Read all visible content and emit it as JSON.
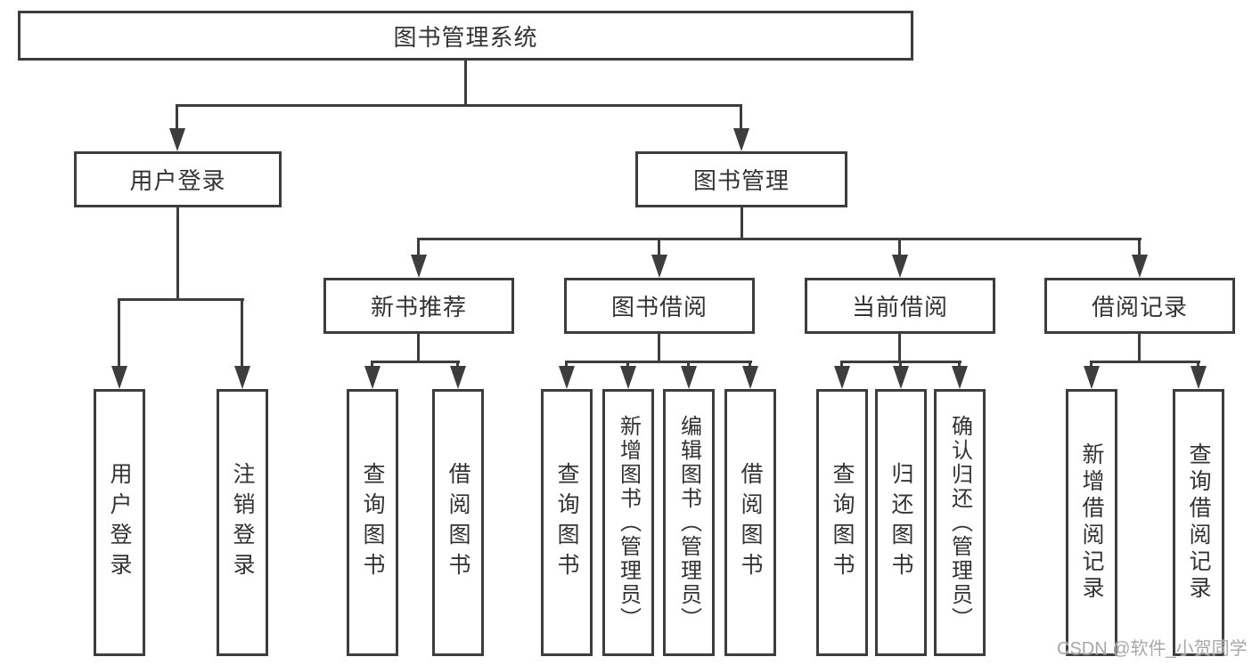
{
  "colors": {
    "line": "#3d3d3d",
    "text": "#333333",
    "background": "#ffffff",
    "watermark": "#a8a8a8"
  },
  "diagram": {
    "type": "tree-structure-chart",
    "root": {
      "label": "图书管理系统"
    },
    "branches": [
      {
        "label": "用户登录",
        "children": [
          {
            "label": "用户登录"
          },
          {
            "label": "注销登录"
          }
        ]
      },
      {
        "label": "图书管理",
        "children": [
          {
            "label": "新书推荐",
            "children": [
              {
                "label": "查询图书"
              },
              {
                "label": "借阅图书"
              }
            ]
          },
          {
            "label": "图书借阅",
            "children": [
              {
                "label": "查询图书"
              },
              {
                "label": "新增图书（管理员）"
              },
              {
                "label": "编辑图书（管理员）"
              },
              {
                "label": "借阅图书"
              }
            ]
          },
          {
            "label": "当前借阅",
            "children": [
              {
                "label": "查询图书"
              },
              {
                "label": "归还图书"
              },
              {
                "label": "确认归还（管理员）"
              }
            ]
          },
          {
            "label": "借阅记录",
            "children": [
              {
                "label": "新增借阅记录"
              },
              {
                "label": "查询借阅记录"
              }
            ]
          }
        ]
      }
    ]
  },
  "watermark": {
    "text": "CSDN @软件_小贺同学"
  }
}
